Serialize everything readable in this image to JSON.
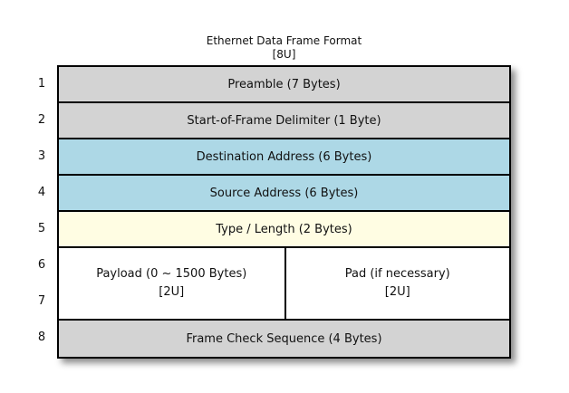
{
  "title": {
    "line1": "Ethernet Data Frame Format",
    "line2": "[8U]"
  },
  "colors": {
    "row_gray": "#D3D3D3",
    "row_blue": "#ADD8E6",
    "row_yellow": "#FFFDE3",
    "row_white": "#FFFFFF",
    "border": "#000000"
  },
  "rows": [
    {
      "num": "1",
      "label": "Preamble (7 Bytes)"
    },
    {
      "num": "2",
      "label": "Start-of-Frame Delimiter (1 Byte)"
    },
    {
      "num": "3",
      "label": "Destination Address (6 Bytes)"
    },
    {
      "num": "4",
      "label": "Source Address (6 Bytes)"
    },
    {
      "num": "5",
      "label": "Type / Length (2 Bytes)"
    },
    {
      "num": "6"
    },
    {
      "num": "7"
    },
    {
      "num": "8",
      "label": "Frame Check Sequence (4 Bytes)"
    }
  ],
  "payload_cell": {
    "line1": "Payload (0 ~ 1500 Bytes)",
    "line2": "[2U]"
  },
  "pad_cell": {
    "line1": "Pad (if necessary)",
    "line2": "[2U]"
  }
}
